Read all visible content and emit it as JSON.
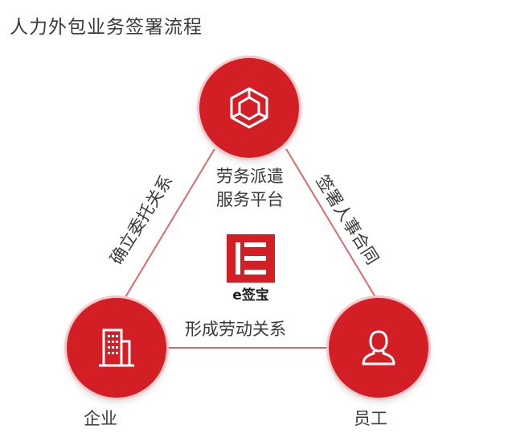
{
  "title": "人力外包业务签署流程",
  "colors": {
    "accent": "#d21e24",
    "line": "#d86a6e",
    "text": "#3a3a3a"
  },
  "nodes": {
    "platform": {
      "lines": [
        "劳务派遣",
        "服务平台"
      ],
      "icon": "cube-icon"
    },
    "enterprise": {
      "label": "企业",
      "icon": "office-building-icon"
    },
    "employee": {
      "label": "员工",
      "icon": "person-icon"
    }
  },
  "relations": {
    "platform_enterprise": "确立委托关系",
    "platform_employee": "签署人事合同",
    "enterprise_employee": "形成劳动关系"
  },
  "logo": {
    "text": "e签宝",
    "icon": "esign-logo-icon"
  }
}
